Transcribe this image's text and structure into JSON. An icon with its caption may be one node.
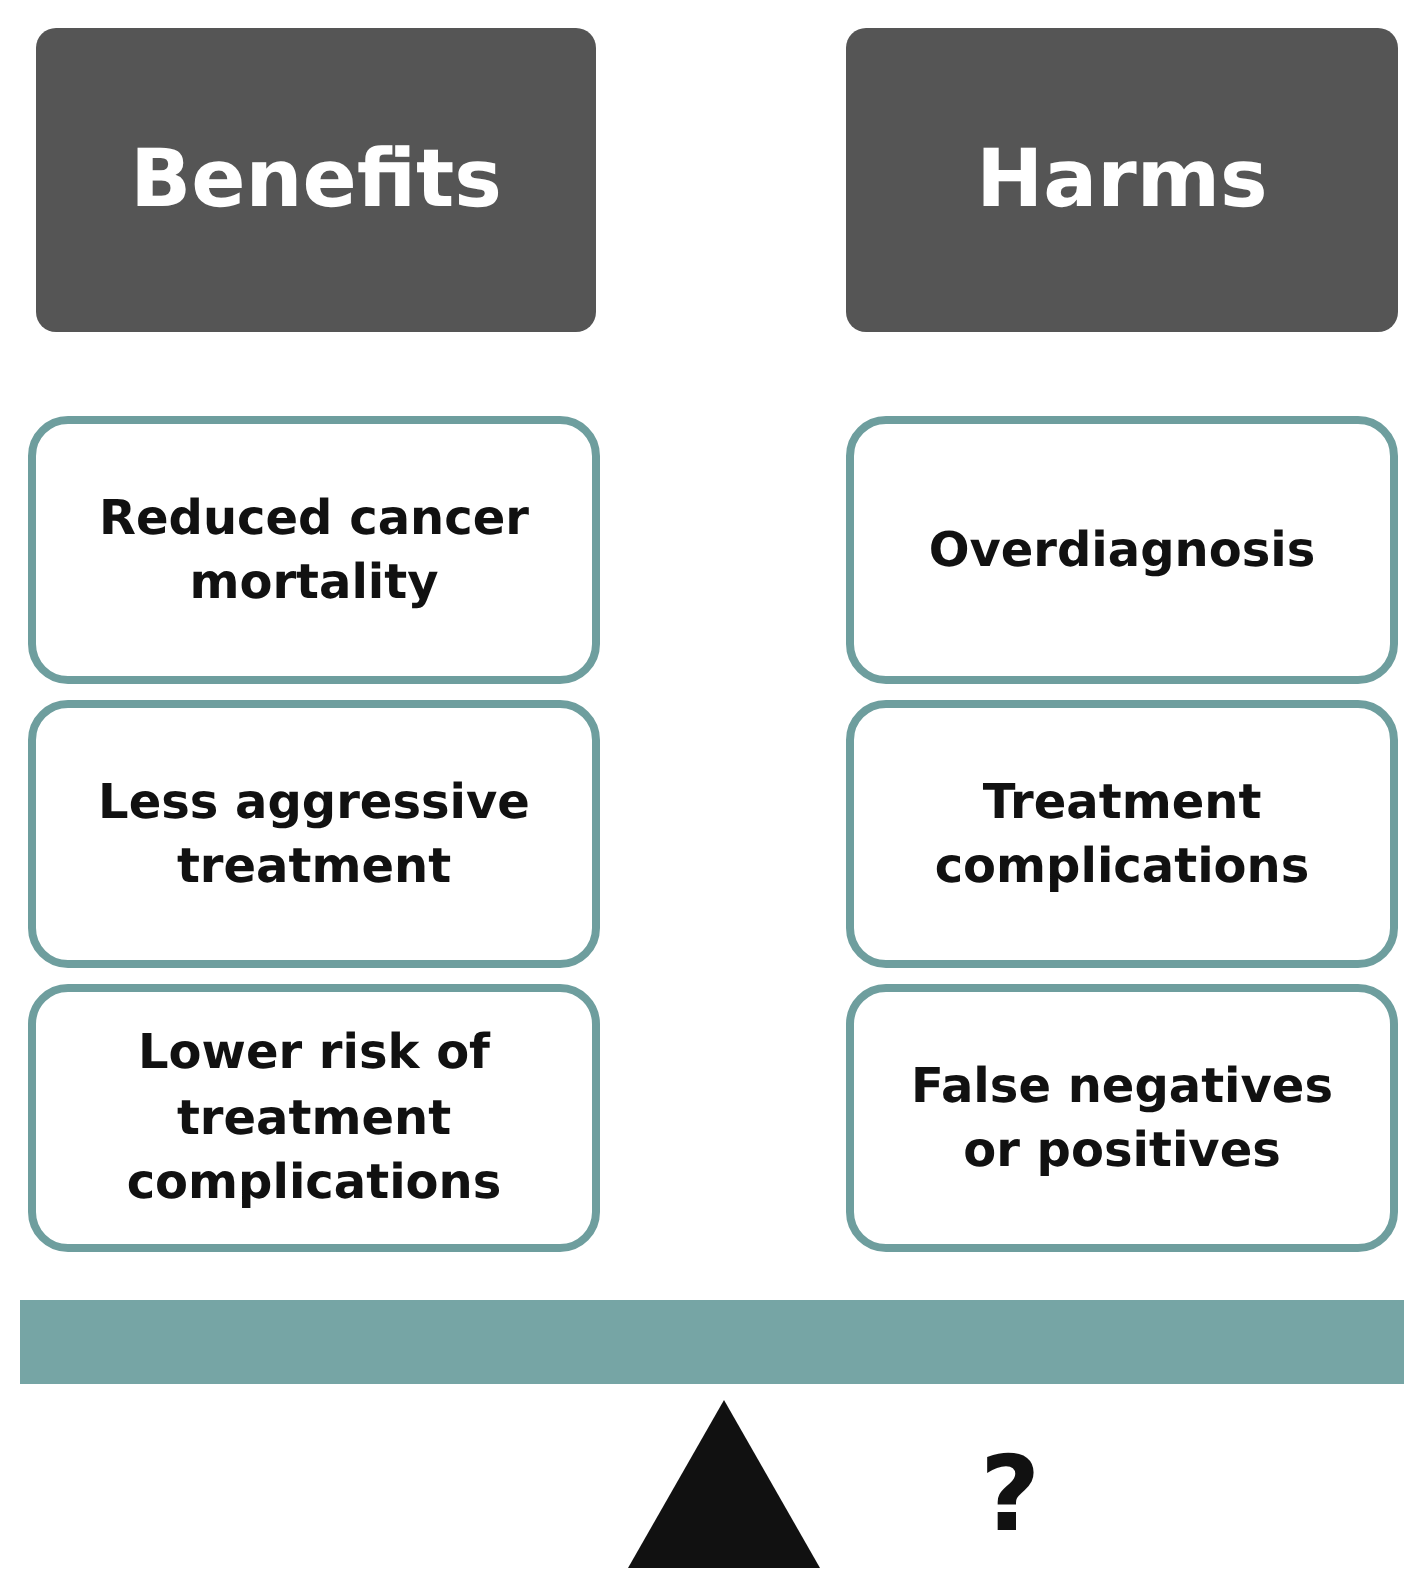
{
  "diagram": {
    "nodes": [
      {
        "text": [
          "Benefits"
        ]
      },
      {
        "text": [
          "Harms"
        ]
      },
      {
        "text": [
          "Reduced cancer mortality"
        ]
      },
      {
        "text": [
          "Overdiagnosis"
        ]
      },
      {
        "text": [
          "Less aggressive treatment"
        ]
      },
      {
        "text": [
          "Treatment complications"
        ]
      },
      {
        "text": [
          "Lower risk of treatment complications"
        ]
      },
      {
        "text": [
          "False negatives or positives"
        ]
      }
    ],
    "labels": [
      "?"
    ]
  }
}
